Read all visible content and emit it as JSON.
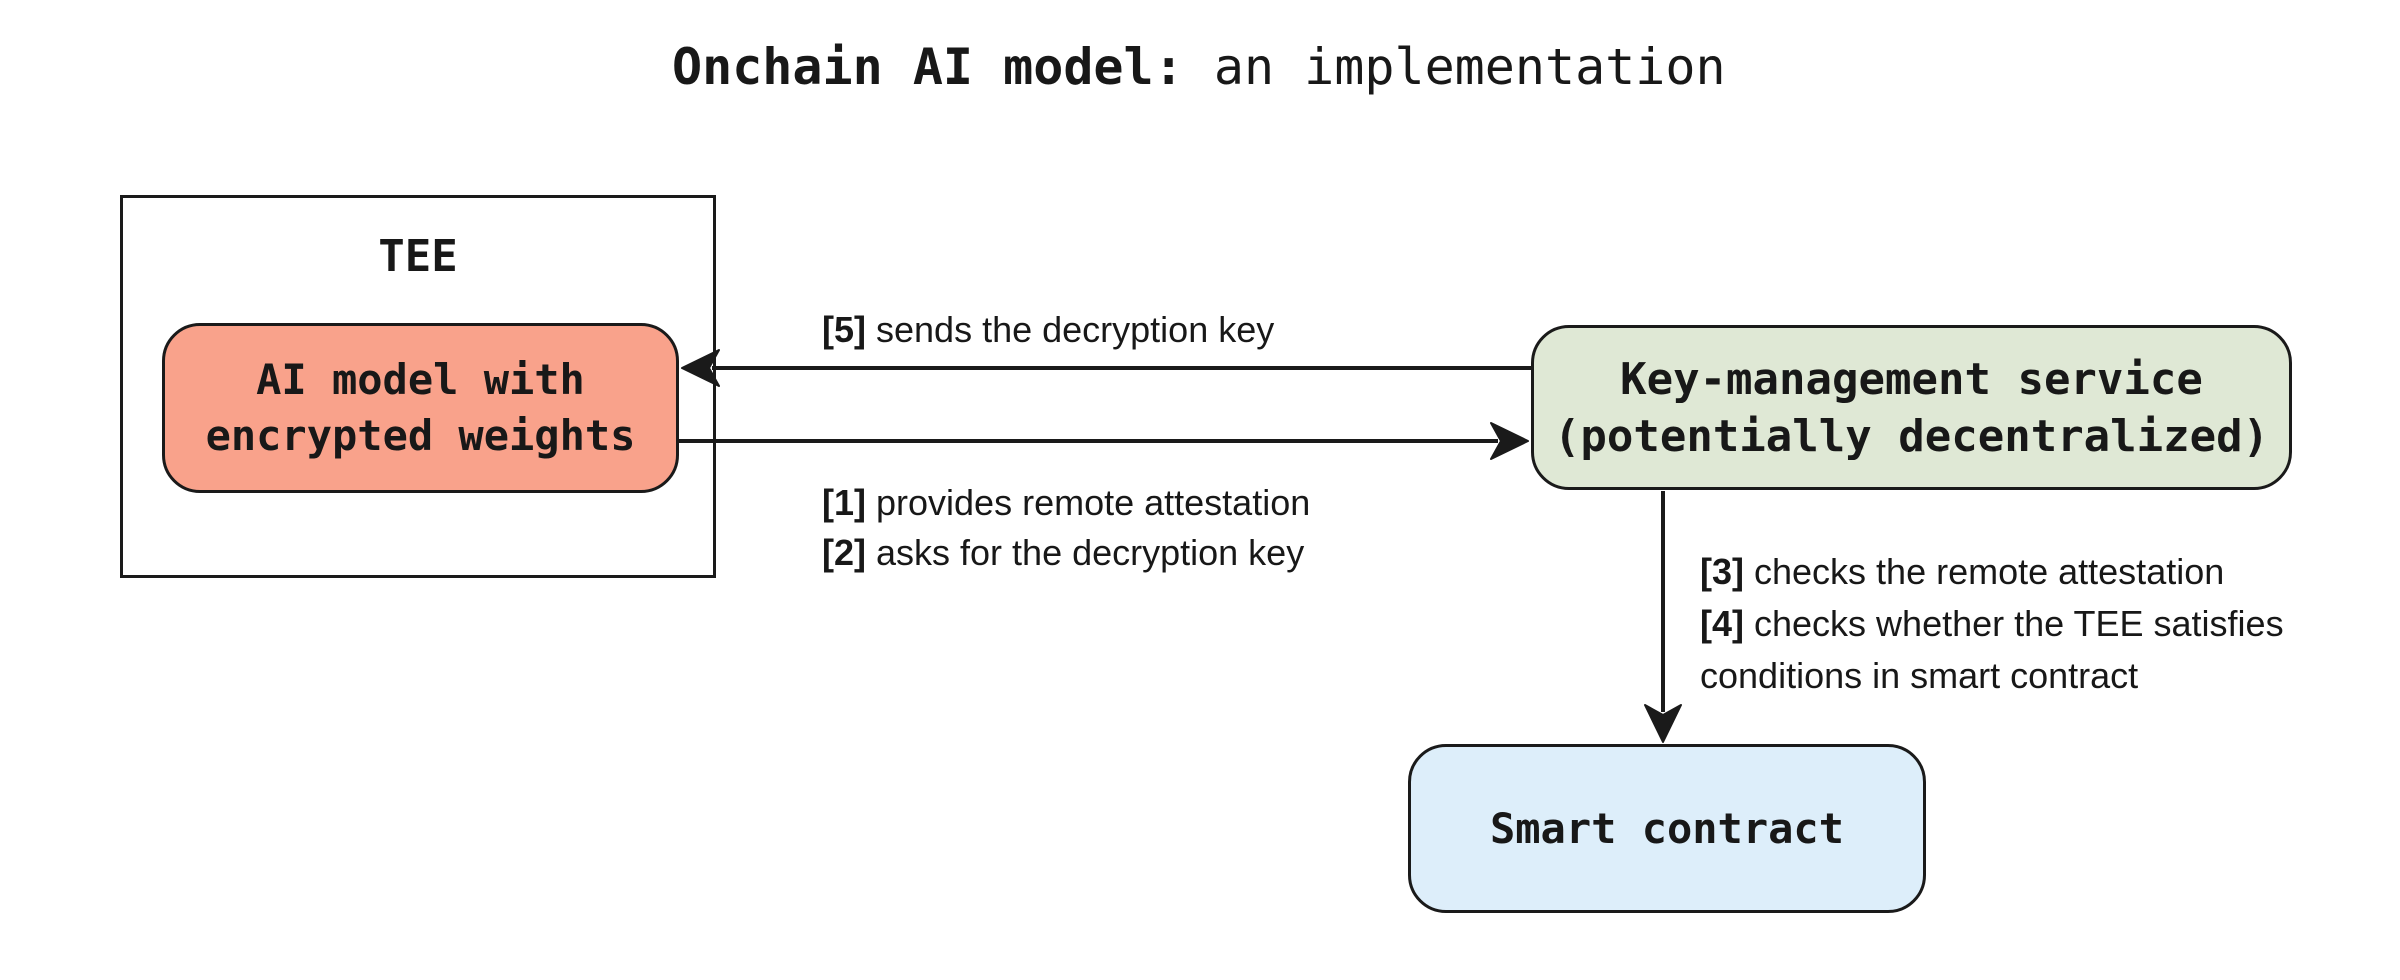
{
  "title": {
    "bold": "Onchain AI model:",
    "regular": " an implementation"
  },
  "tee": {
    "label": "TEE"
  },
  "nodes": {
    "ai_model": {
      "line1": "AI model with",
      "line2": "encrypted weights",
      "fill": "#f9a28b"
    },
    "kms": {
      "line1": "Key-management service",
      "line2": "(potentially decentralized)",
      "fill": "#dfe8d5"
    },
    "smart_contract": {
      "label": "Smart contract",
      "fill": "#ddeefa"
    }
  },
  "edges": {
    "kms_to_ai": {
      "lines": [
        {
          "bold": "[5]",
          "text": " sends the decryption key"
        }
      ]
    },
    "ai_to_kms": {
      "lines": [
        {
          "bold": "[1]",
          "text": " provides remote attestation"
        },
        {
          "bold": "[2]",
          "text": " asks for the decryption key"
        }
      ]
    },
    "kms_to_contract": {
      "lines": [
        {
          "bold": "[3]",
          "text": " checks the remote attestation"
        },
        {
          "bold": "[4]",
          "text": " checks whether the TEE satisfies"
        },
        {
          "bold": "",
          "text": "conditions in smart contract"
        }
      ]
    }
  },
  "colors": {
    "background": "#ffffff",
    "border": "#1a1a1a",
    "arrow": "#1a1a1a",
    "text": "#181818",
    "ai_model_fill": "#f9a28b",
    "kms_fill": "#dfe8d5",
    "smart_contract_fill": "#ddeefa"
  }
}
